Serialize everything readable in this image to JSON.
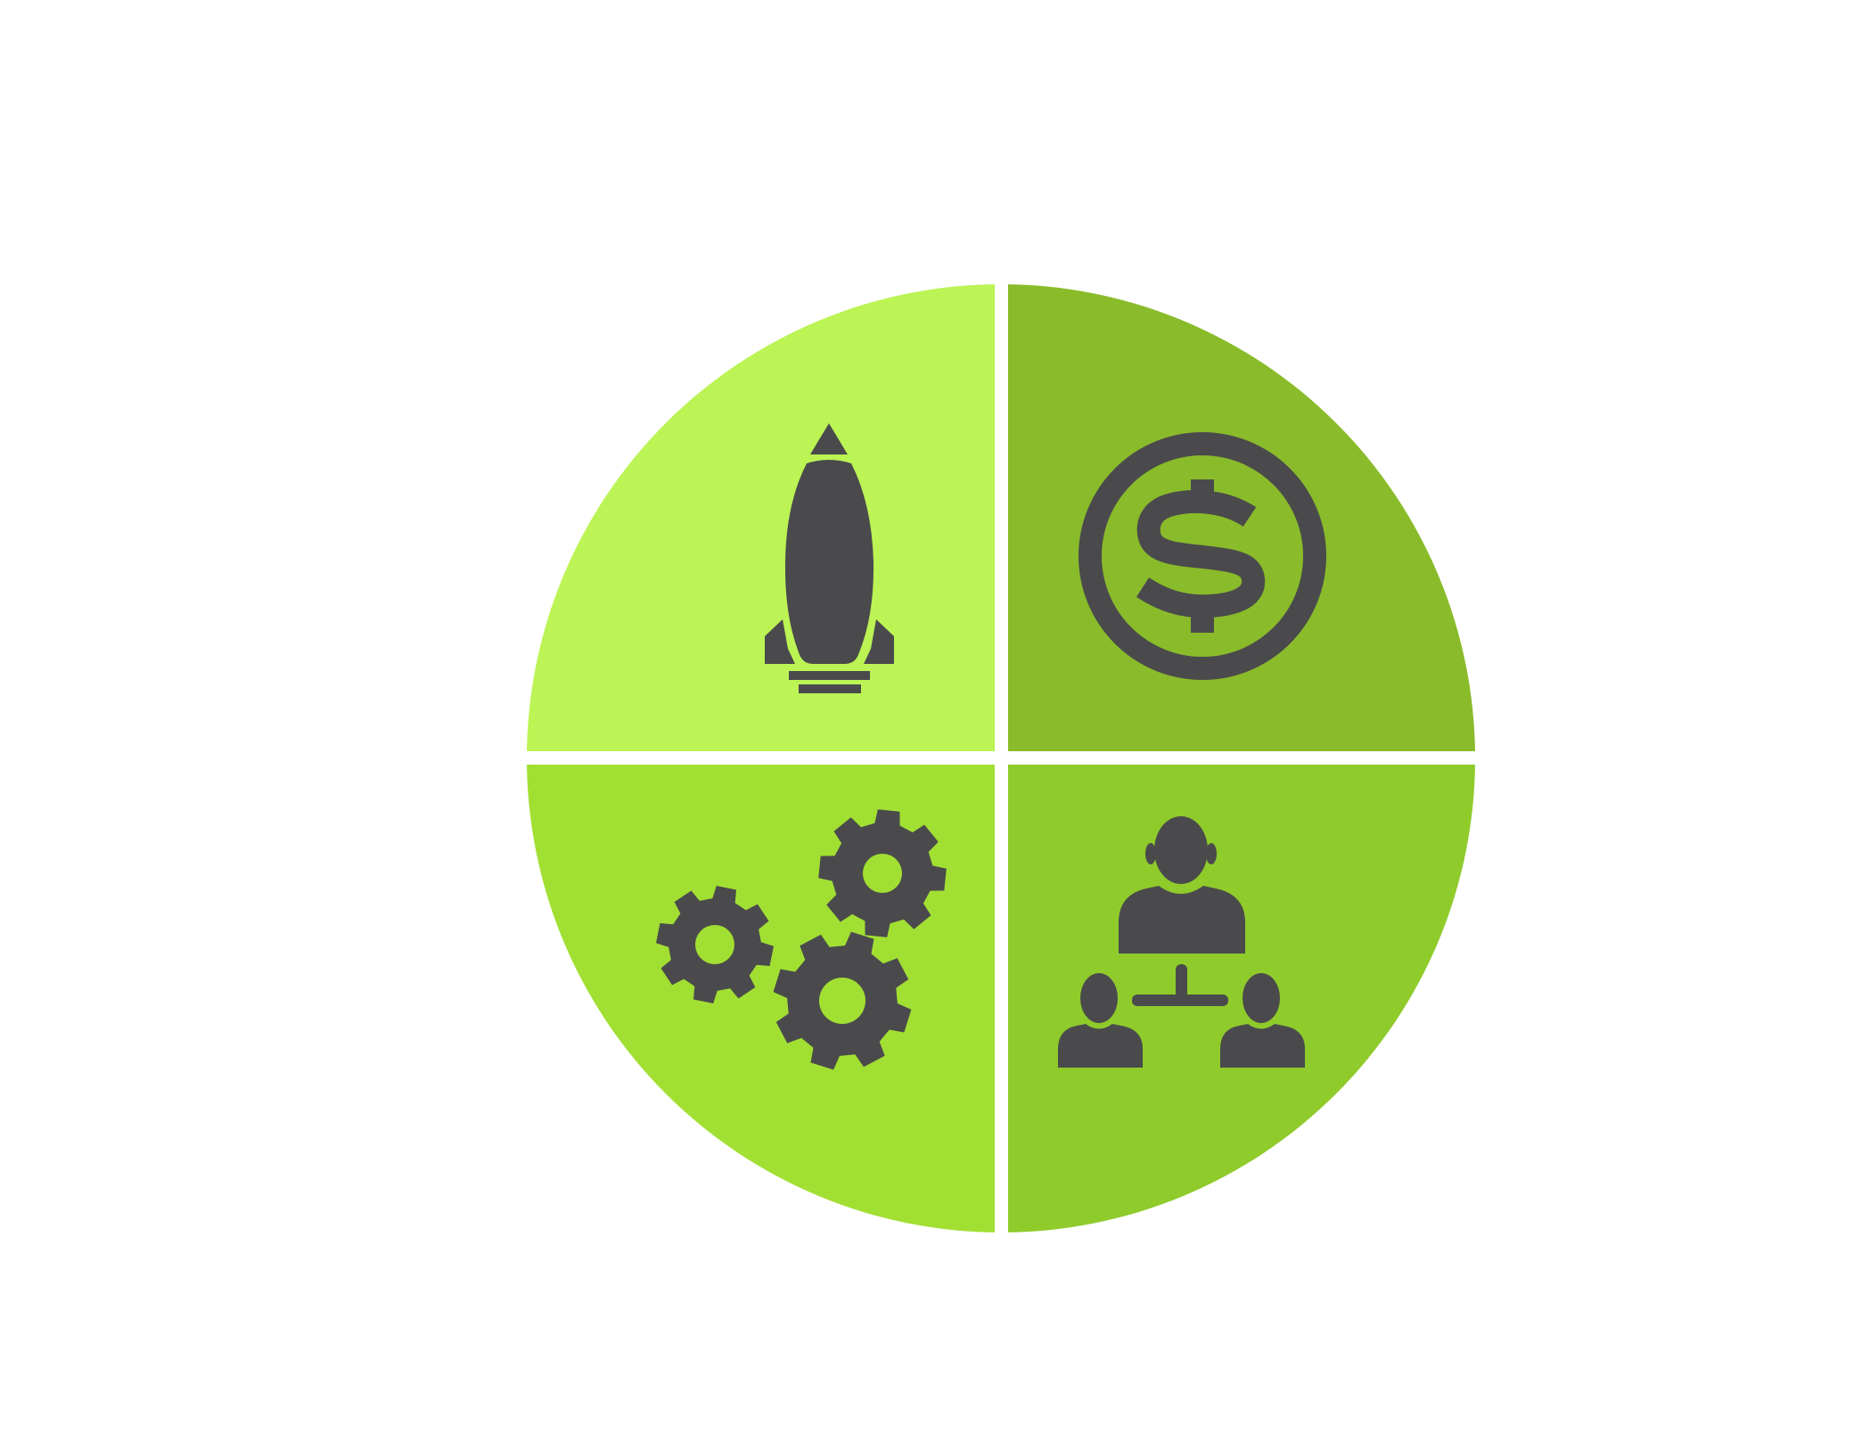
{
  "diagram": {
    "background_color": "#ffffff",
    "divider_color": "#ffffff",
    "icon_color": "#4a4a4c",
    "quadrants": [
      {
        "id": "top-left",
        "color": "#bbf454",
        "icon": "rocket-icon"
      },
      {
        "id": "top-right",
        "color": "#8abb2a",
        "icon": "dollar-coin-icon"
      },
      {
        "id": "bottom-left",
        "color": "#a2df33",
        "icon": "gears-icon"
      },
      {
        "id": "bottom-right",
        "color": "#8fcb2b",
        "icon": "people-hierarchy-icon"
      }
    ]
  }
}
